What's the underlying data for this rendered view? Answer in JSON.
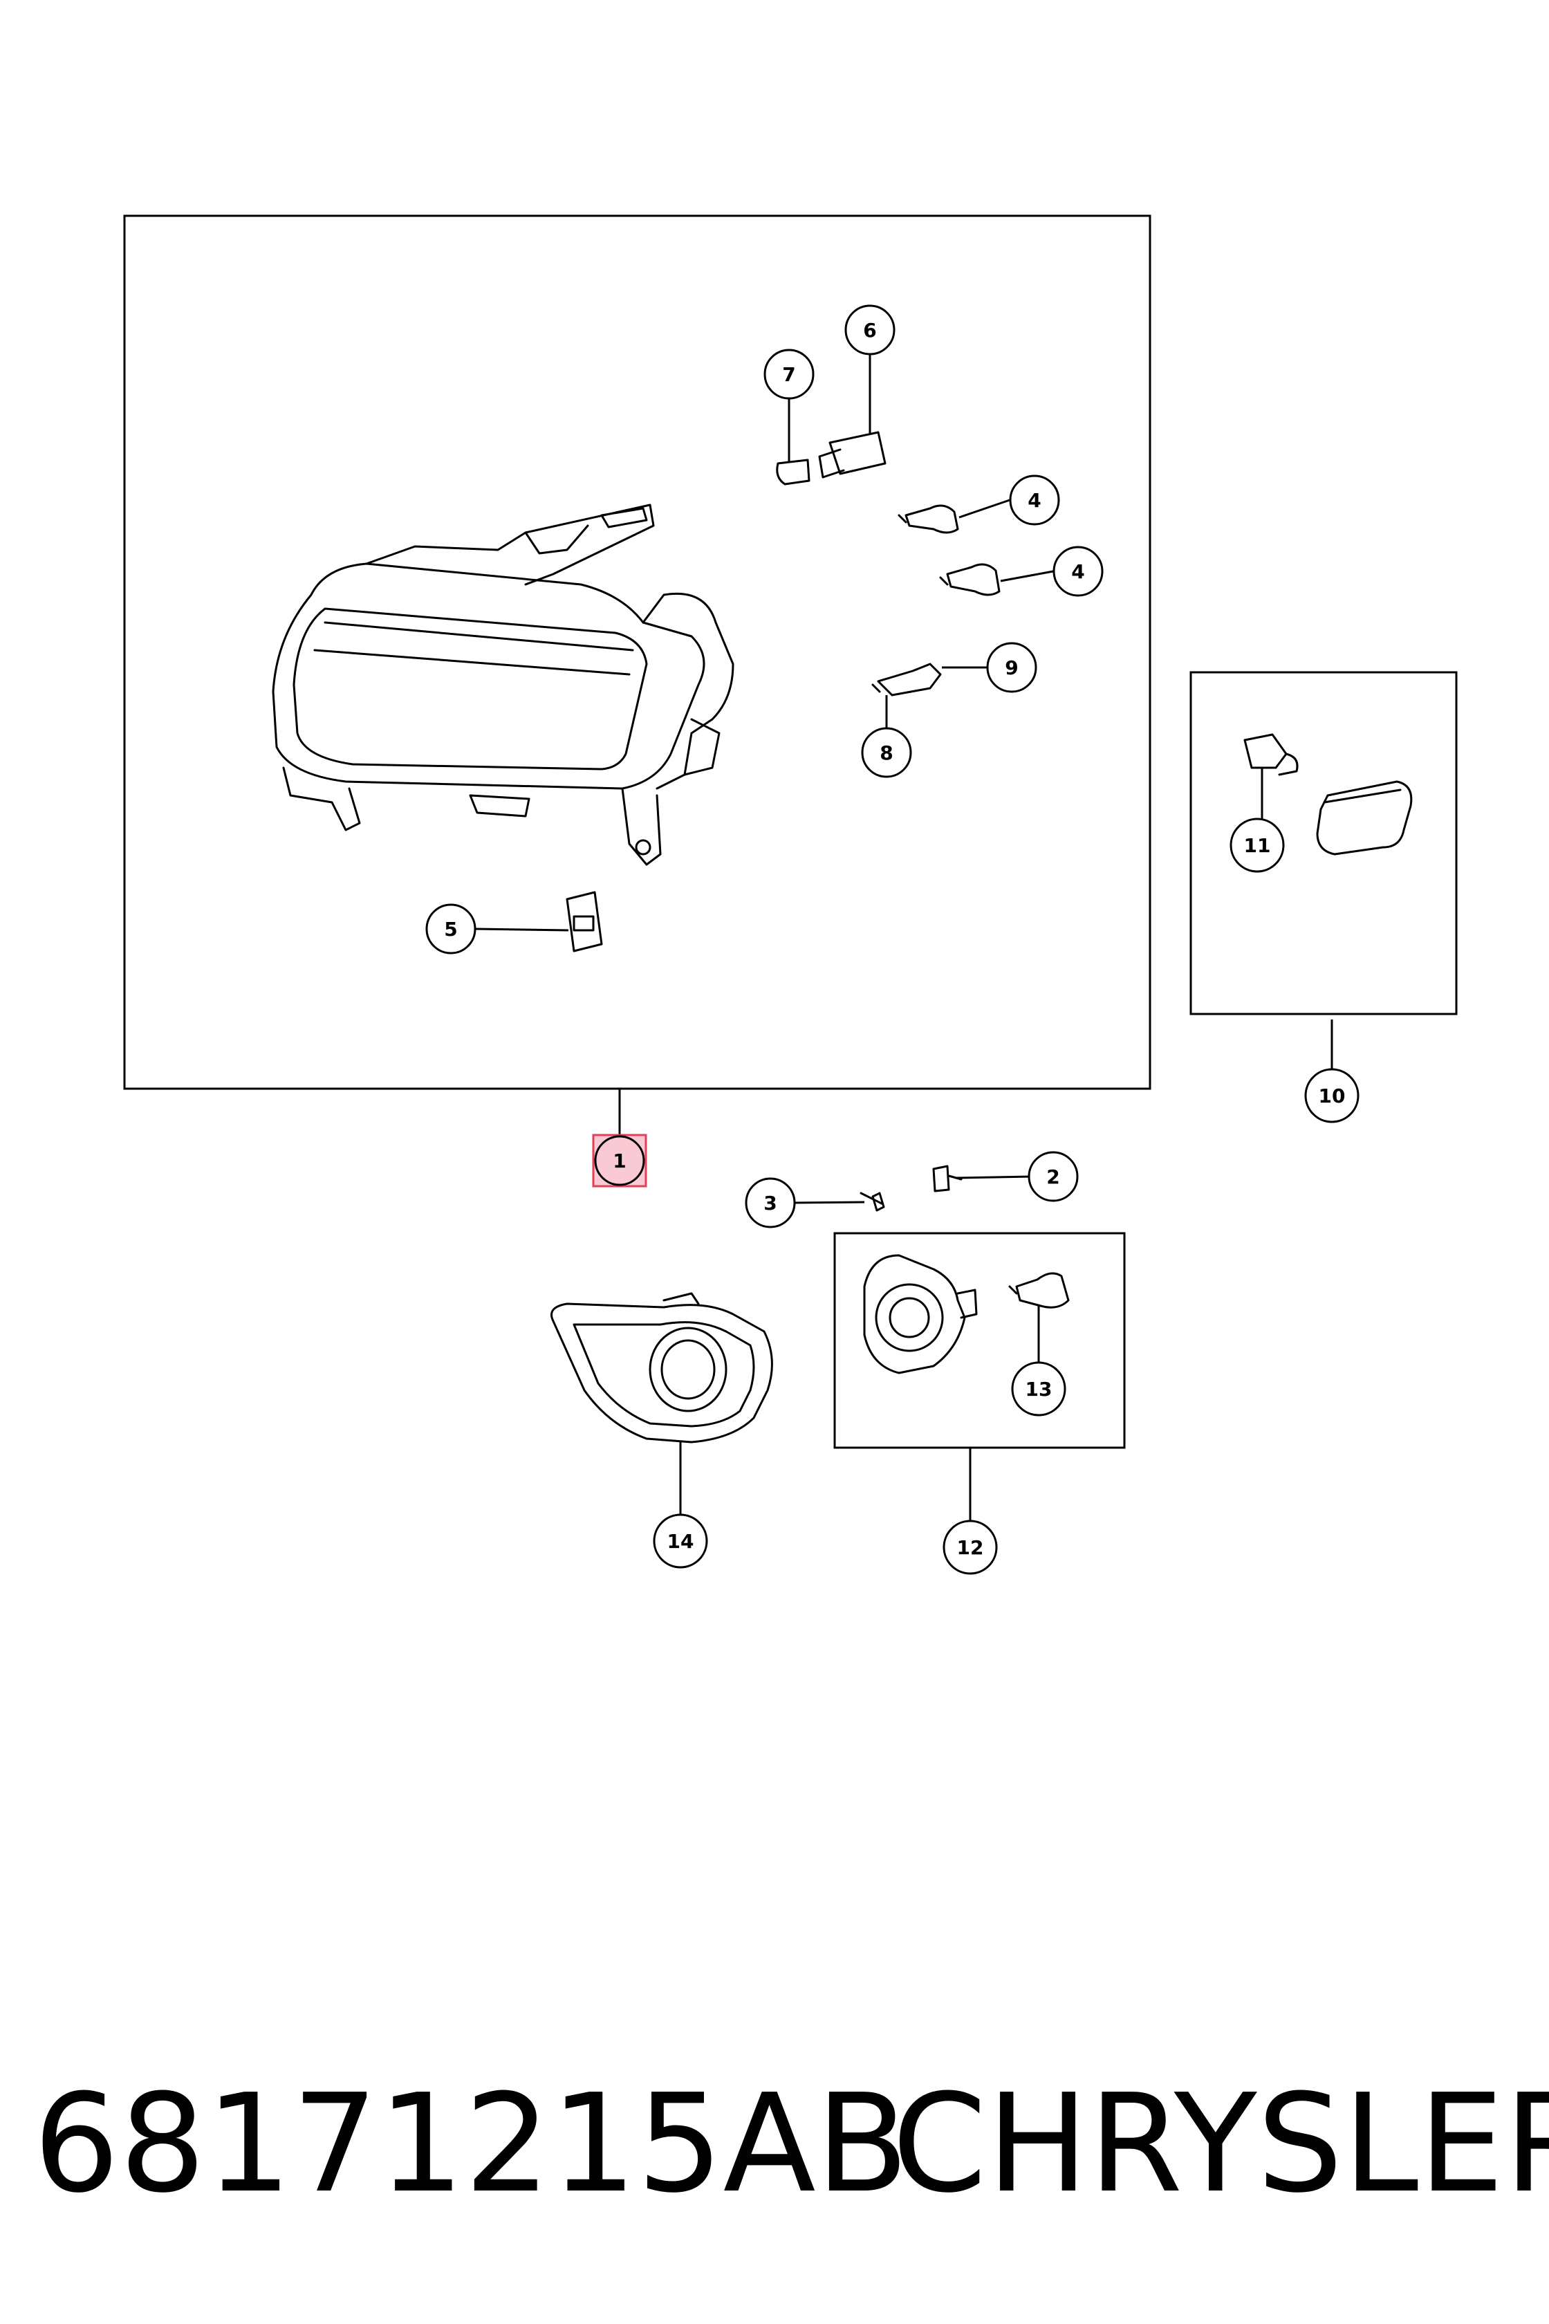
{
  "callouts": [
    {
      "id": "c1",
      "label": "1",
      "highlighted": true
    },
    {
      "id": "c2",
      "label": "2"
    },
    {
      "id": "c3",
      "label": "3"
    },
    {
      "id": "c4a",
      "label": "4"
    },
    {
      "id": "c4b",
      "label": "4"
    },
    {
      "id": "c5",
      "label": "5"
    },
    {
      "id": "c6",
      "label": "6"
    },
    {
      "id": "c7",
      "label": "7"
    },
    {
      "id": "c8",
      "label": "8"
    },
    {
      "id": "c9",
      "label": "9"
    },
    {
      "id": "c10",
      "label": "10"
    },
    {
      "id": "c11",
      "label": "11"
    },
    {
      "id": "c12",
      "label": "12"
    },
    {
      "id": "c13",
      "label": "13"
    },
    {
      "id": "c14",
      "label": "14"
    }
  ],
  "caption": {
    "part_number": "68171215AB",
    "brand": "CHRYSLER"
  },
  "colors": {
    "line": "#000000",
    "background": "#ffffff",
    "highlight_fill": "#f9c9d4",
    "highlight_stroke": "#e0405a"
  }
}
